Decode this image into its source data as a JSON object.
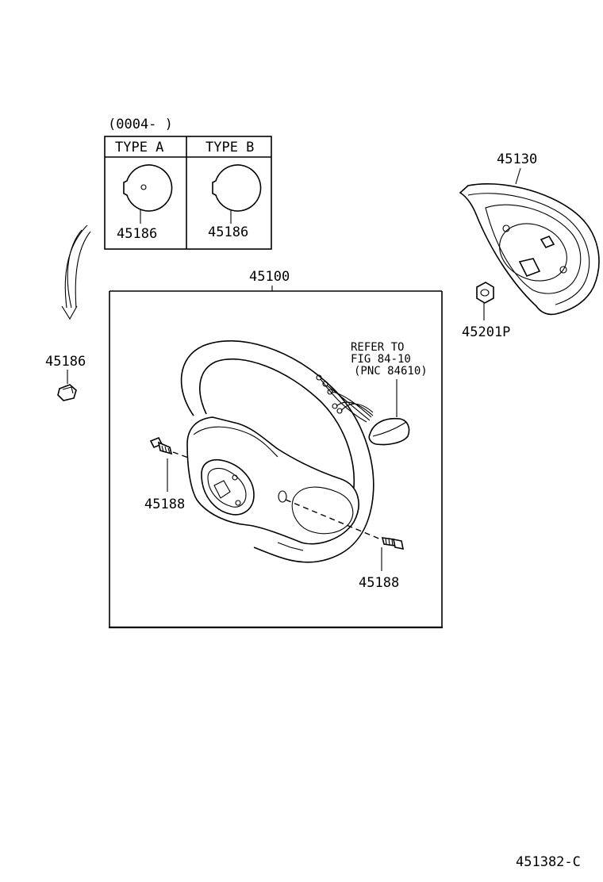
{
  "date_range_label": "(0004-      )",
  "type_a_label": "TYPE  A",
  "type_b_label": "TYPE  B",
  "part_numbers": {
    "cap_type_a": "45186",
    "cap_type_b": "45186",
    "cap_loose": "45186",
    "steering_wheel": "45100",
    "pad_assy": "45130",
    "nut": "45201P",
    "screw_left": "45188",
    "screw_right": "45188"
  },
  "refer_note": {
    "line1": "REFER TO",
    "line2": "FIG 84-10",
    "line3": "(PNC 84610)"
  },
  "figure_code": "451382-C"
}
